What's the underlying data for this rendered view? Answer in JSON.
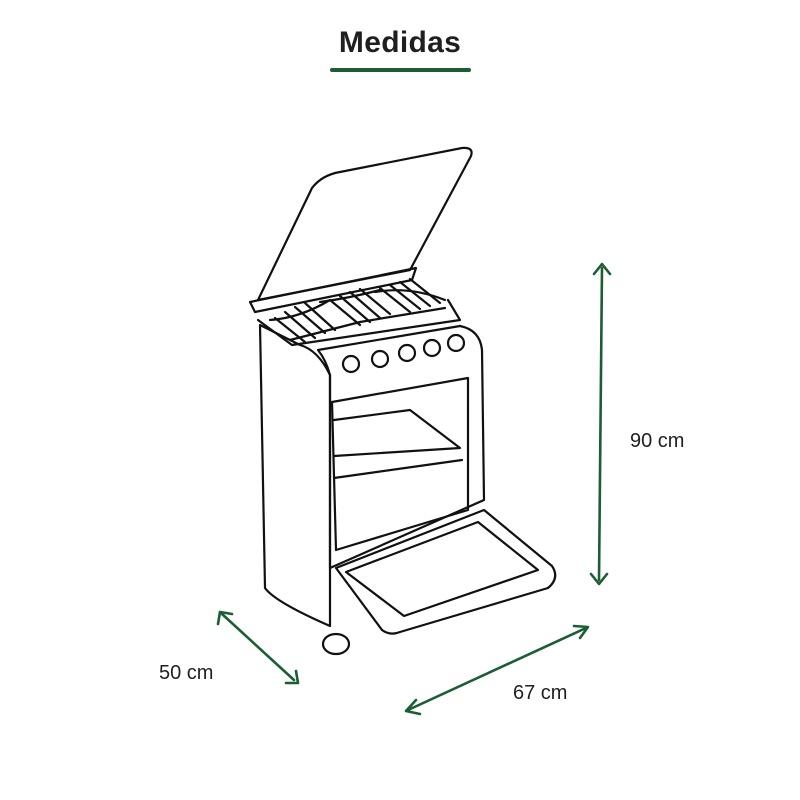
{
  "title": "Medidas",
  "accent_color": "#1b5e34",
  "dimensions": {
    "height": "90 cm",
    "depth": "50 cm",
    "width": "67 cm"
  },
  "illustration": {
    "subject": "stove-icon",
    "line_color": "#111111"
  }
}
